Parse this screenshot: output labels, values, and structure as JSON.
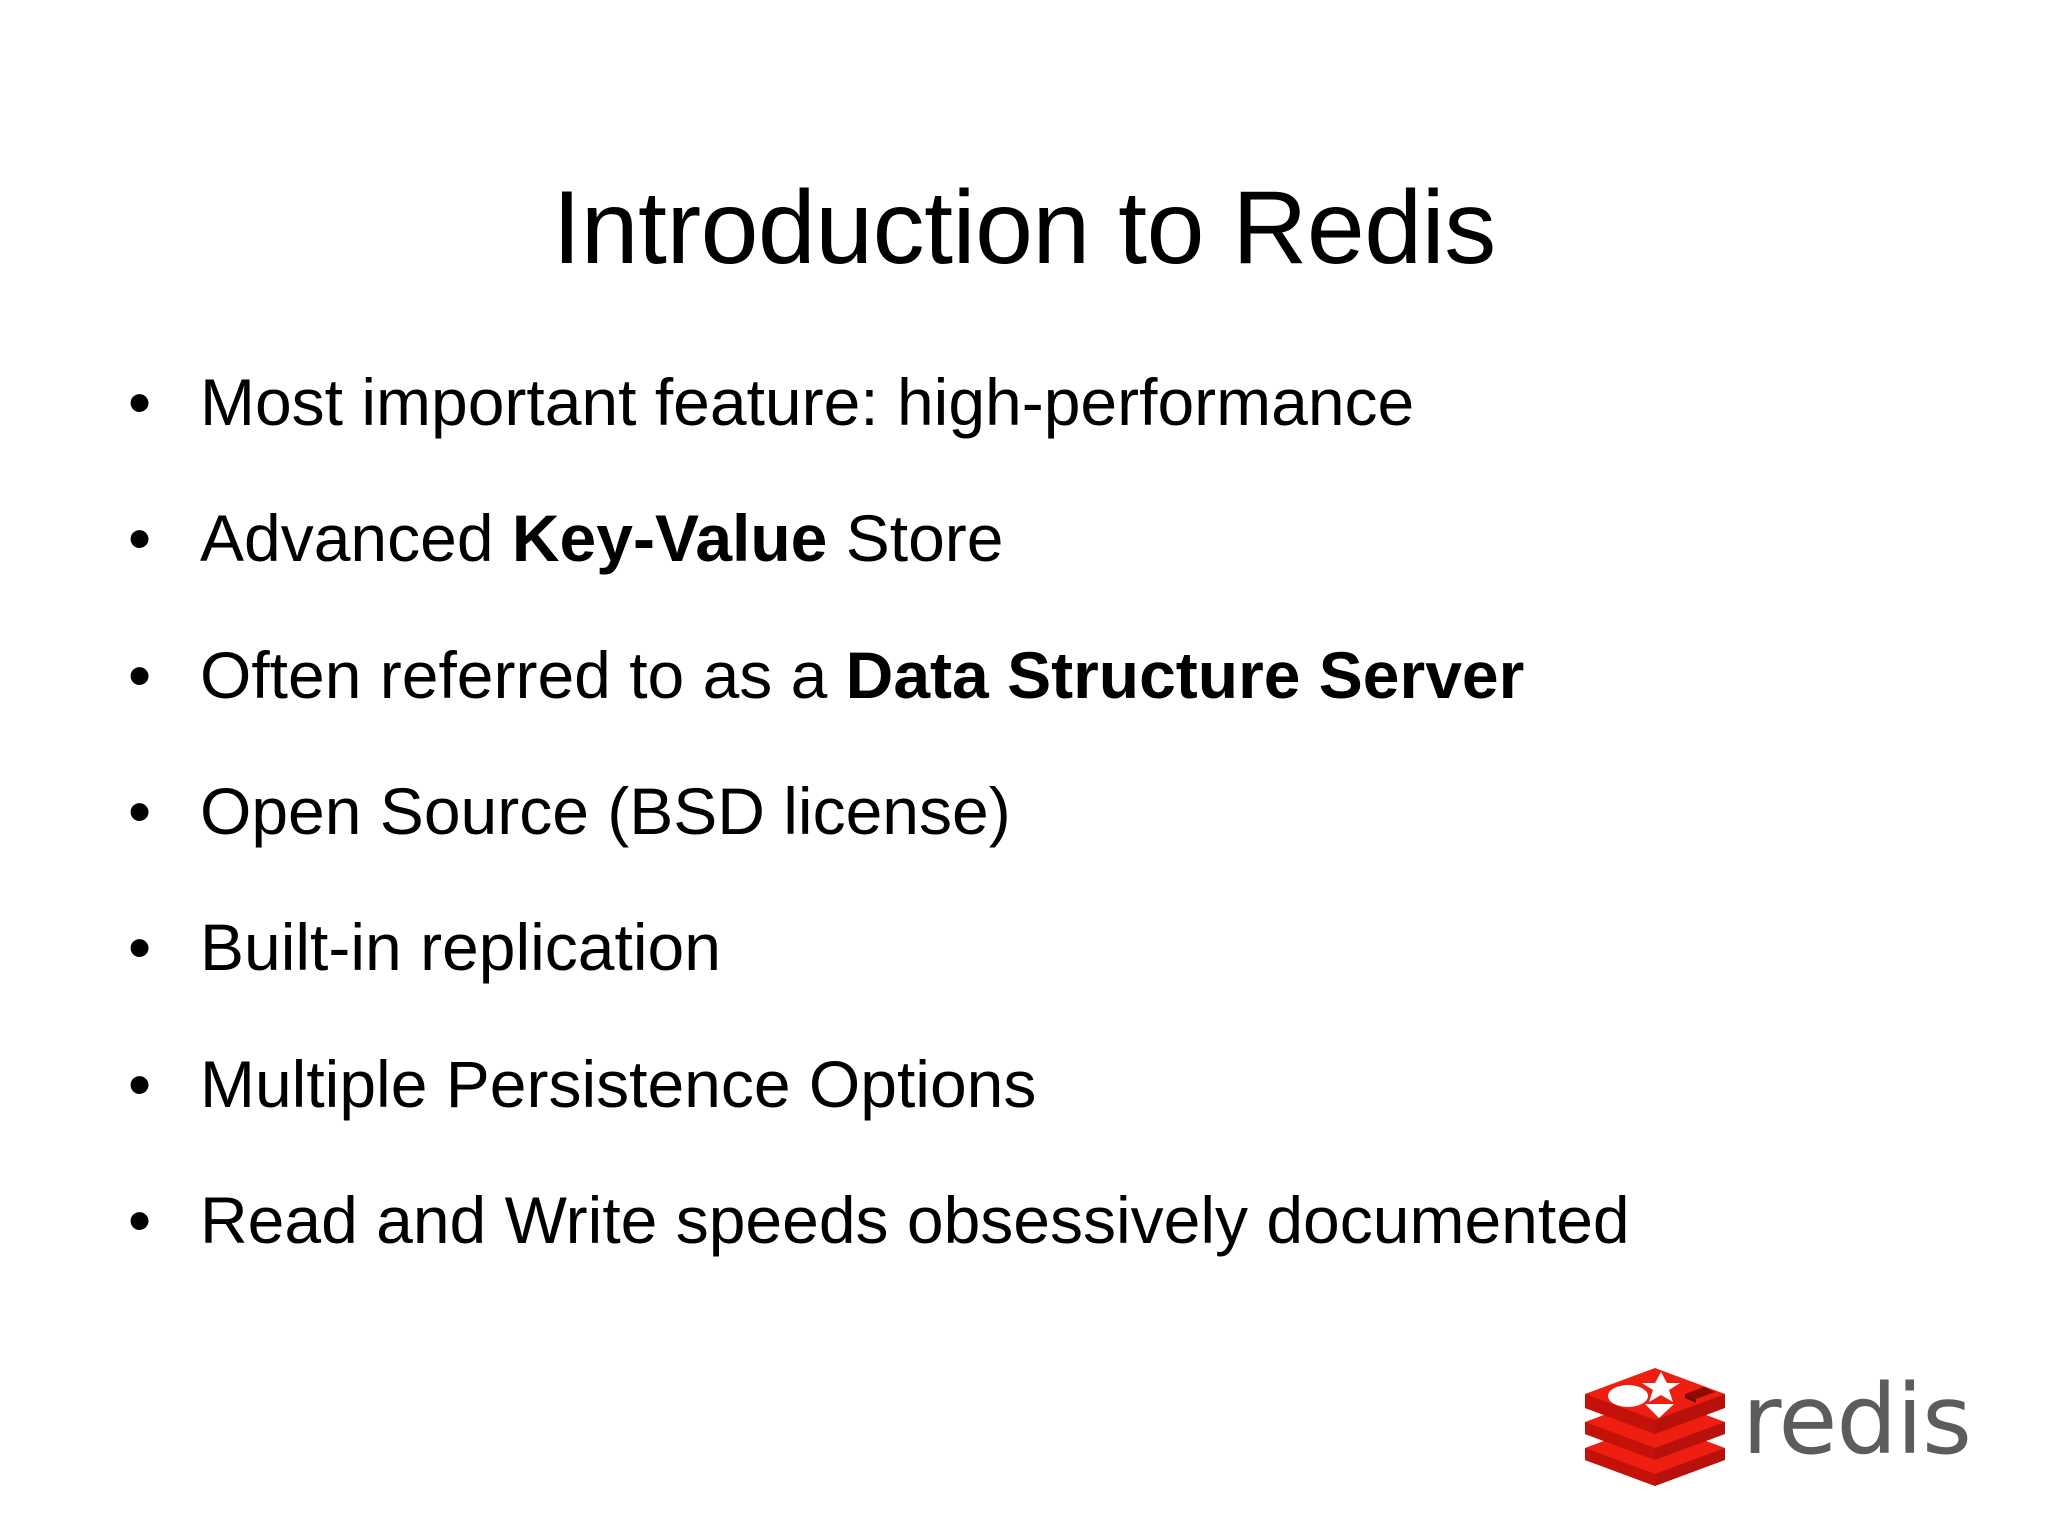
{
  "slide": {
    "title": "Introduction to Redis",
    "background_color": "#ffffff",
    "text_color": "#000000",
    "bullet_marker": "•",
    "bullets": [
      {
        "id": "bullet-performance",
        "text": "Most important feature: high-performance",
        "segments": [
          {
            "text": "Most important feature: high-performance",
            "bold": false
          }
        ]
      },
      {
        "id": "bullet-key-value-store",
        "text": "Advanced Key-Value Store",
        "segments": [
          {
            "text": "Advanced ",
            "bold": false
          },
          {
            "text": "Key-Value",
            "bold": true
          },
          {
            "text": " Store",
            "bold": false
          }
        ]
      },
      {
        "id": "bullet-data-structure-server",
        "text": "Often referred to as a Data Structure Server",
        "segments": [
          {
            "text": "Often referred to as a ",
            "bold": false
          },
          {
            "text": "Data Structure Server",
            "bold": true
          }
        ]
      },
      {
        "id": "bullet-open-source",
        "text": "Open Source (BSD license)",
        "segments": [
          {
            "text": "Open Source (BSD license)",
            "bold": false
          }
        ]
      },
      {
        "id": "bullet-replication",
        "text": "Built-in replication",
        "segments": [
          {
            "text": "Built-in replication",
            "bold": false
          }
        ]
      },
      {
        "id": "bullet-persistence",
        "text": "Multiple Persistence Options",
        "segments": [
          {
            "text": "Multiple Persistence Options",
            "bold": false
          }
        ]
      },
      {
        "id": "bullet-speeds-documented",
        "text": "Read and Write speeds obsessively documented",
        "segments": [
          {
            "text": "Read and Write speeds obsessively documented",
            "bold": false
          }
        ]
      }
    ]
  },
  "logo": {
    "name": "redis-logo",
    "wordmark": "redis",
    "mark_icon_name": "redis-stacked-cube-icon",
    "colors": {
      "red_light": "#f0240f",
      "red_top": "#ef1e10",
      "red_mid": "#e01409",
      "red_dark": "#b8100a",
      "red_shadow": "#9e0b06",
      "glyph_white": "#ffffff",
      "wordmark_gray": "#5b5c5c"
    }
  }
}
